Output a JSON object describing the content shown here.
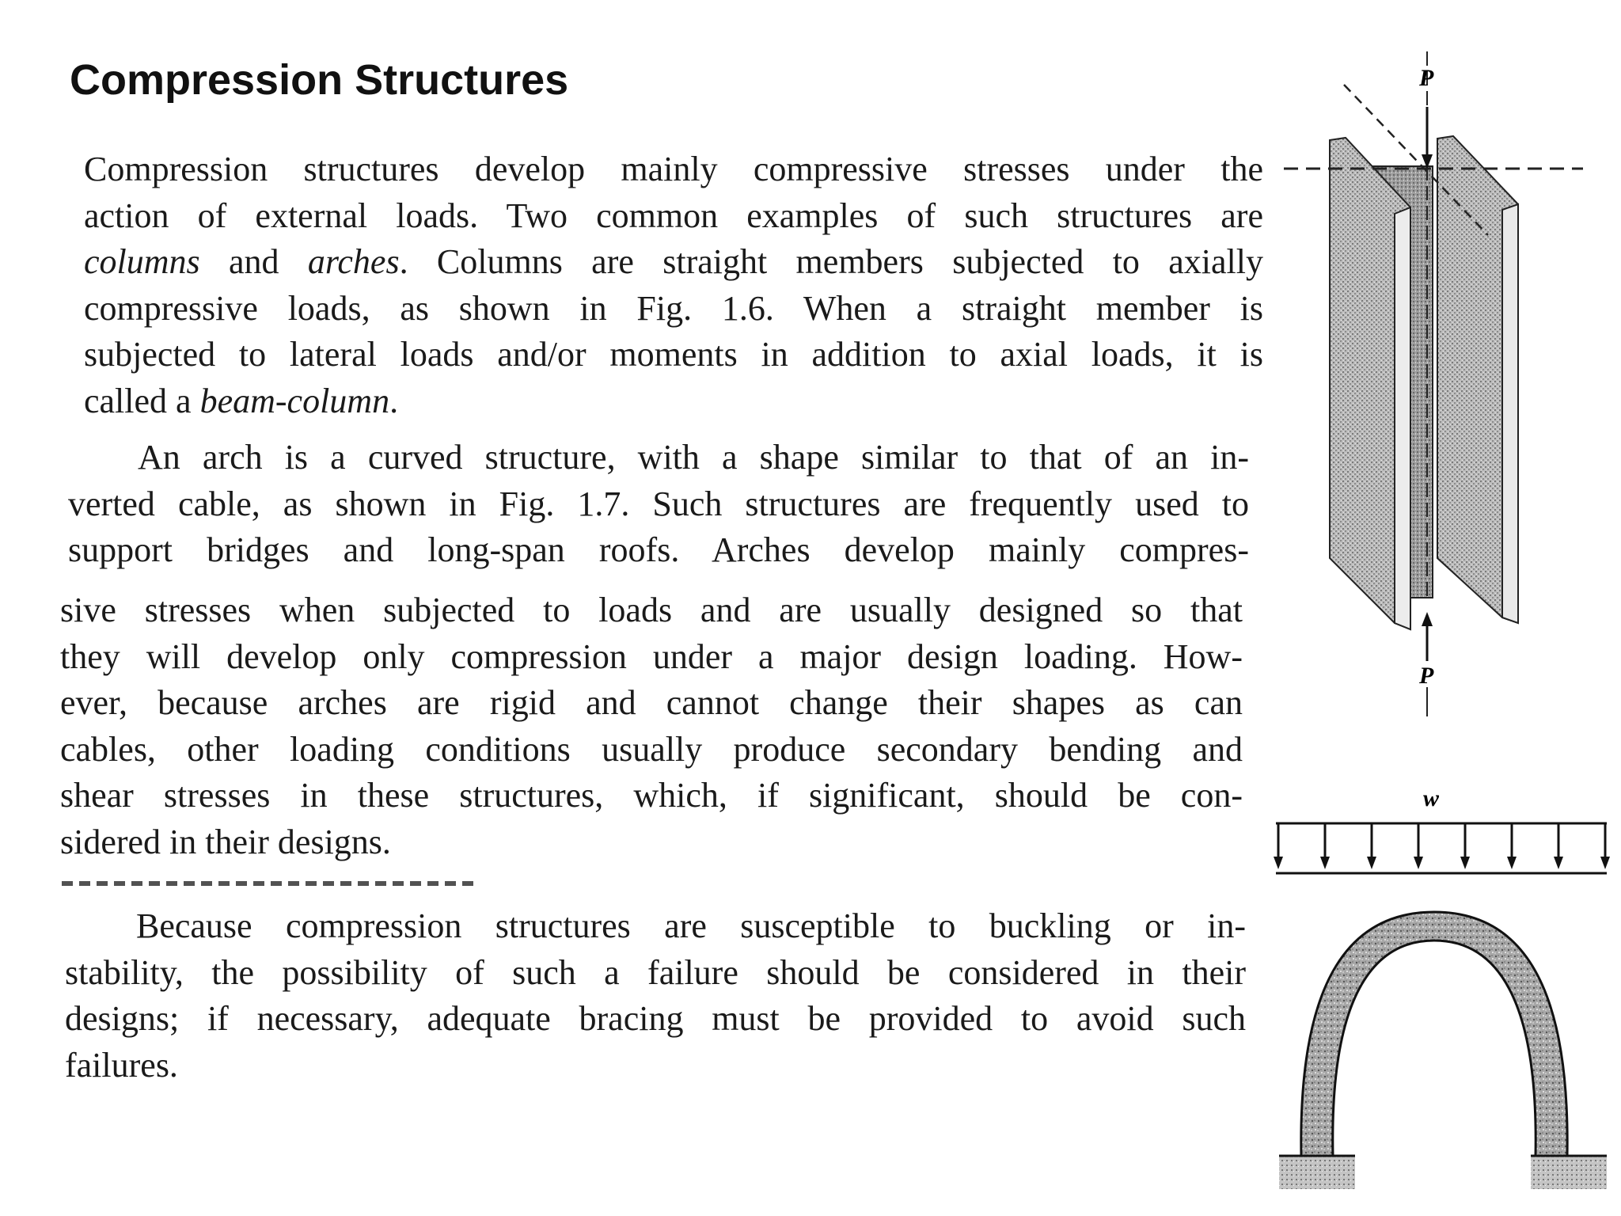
{
  "heading": "Compression Structures",
  "paragraphs": [
    {
      "lines": [
        "Compression structures develop mainly compressive stresses under the",
        "action of external loads. Two common examples of such structures are",
        [
          "columns",
          " and ",
          "arches",
          ". Columns are straight members subjected to axially"
        ],
        "compressive loads, as shown in Fig. 1.6. When a straight member is",
        "subjected to lateral loads and/or moments in addition to axial loads, it is",
        [
          "called a ",
          "beam-column",
          "."
        ]
      ]
    },
    {
      "lines": [
        "An arch is a curved structure, with a shape similar to that of an in-",
        "verted cable, as shown in Fig. 1.7. Such structures are frequently used to",
        "support bridges and long-span roofs. Arches develop mainly compres-"
      ]
    },
    {
      "lines": [
        "sive stresses when subjected to loads and are usually designed so that",
        "they will develop only compression under a major design loading. How-",
        "ever, because arches are rigid and cannot change their shapes as can",
        "cables, other loading conditions usually produce secondary bending and",
        "shear stresses in these structures, which, if significant, should be con-",
        "sidered in their designs."
      ]
    },
    {
      "lines": [
        "Because compression structures are susceptible to buckling or in-",
        "stability, the possibility of such a failure should be considered in their",
        "designs; if necessary, adequate bracing must be provided to avoid such",
        "failures."
      ]
    }
  ],
  "figures": {
    "column": {
      "load_top": "P",
      "load_bottom": "P"
    },
    "arch": {
      "load": "w"
    }
  }
}
